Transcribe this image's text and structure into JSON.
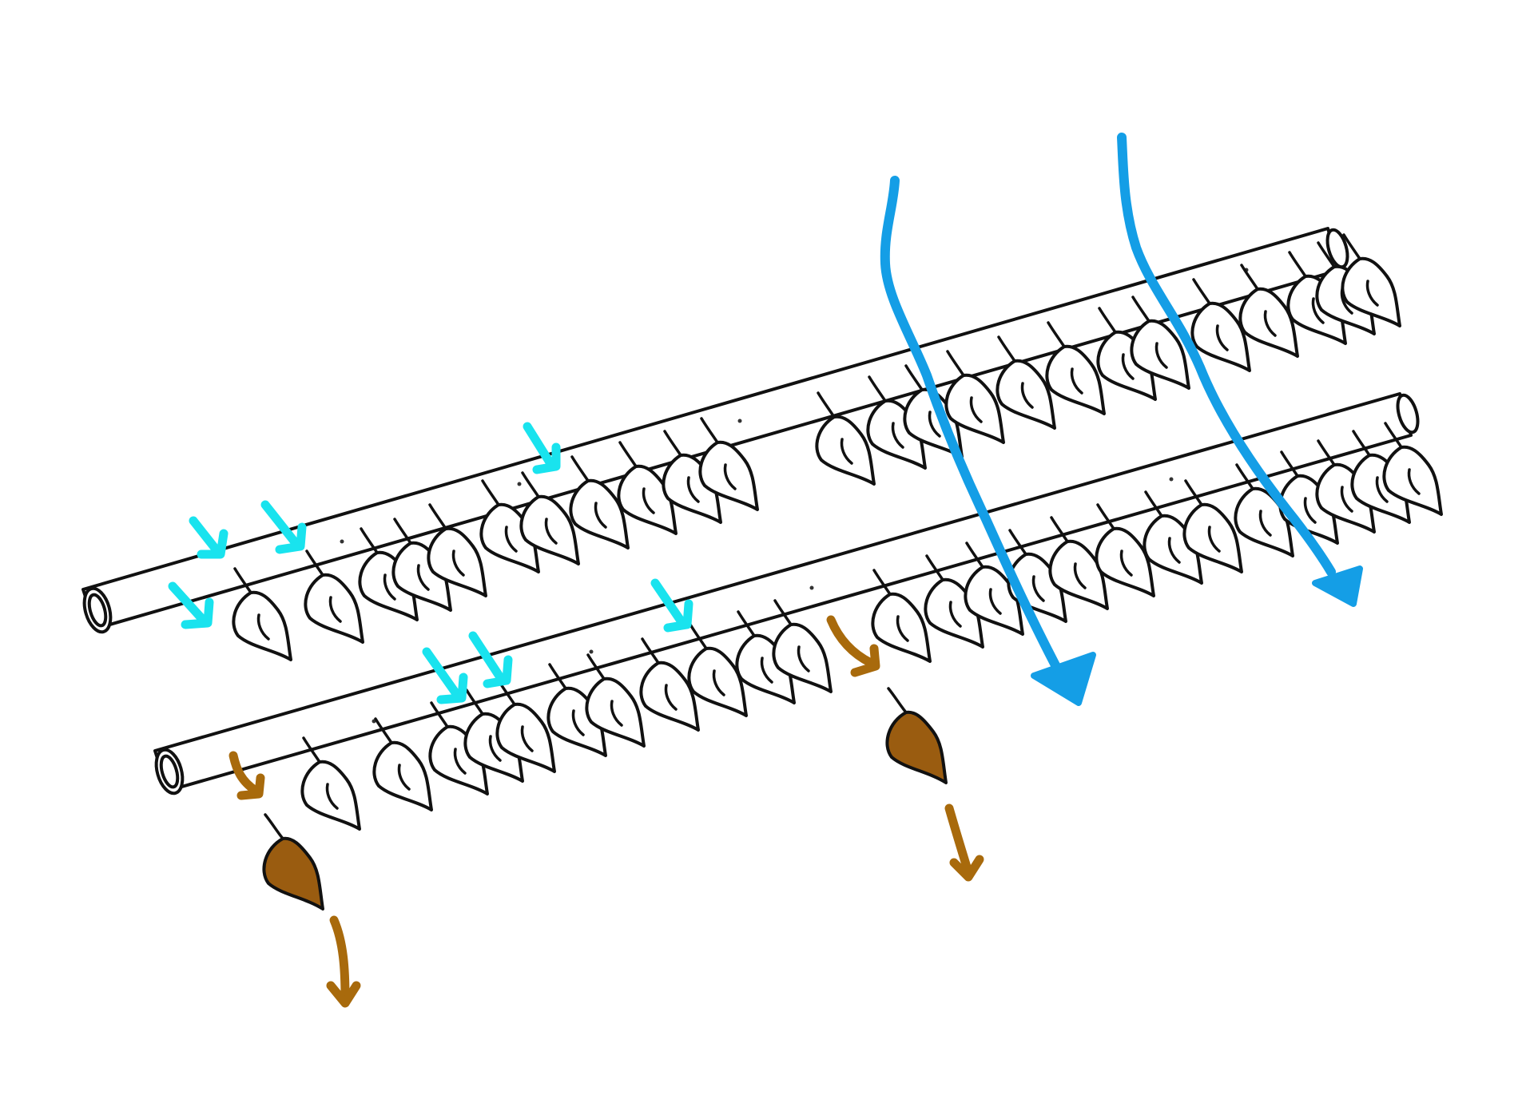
{
  "colors": {
    "background": "#ffffff",
    "outline": "#111111",
    "small_arrow": "#19e3ee",
    "flow_arrow": "#149ee6",
    "fallen_leaf": "#9a5c10",
    "fall_arrow": "#a86a0c"
  },
  "diagram": {
    "elements": [
      {
        "name": "top-branch",
        "count": 1
      },
      {
        "name": "bottom-branch",
        "count": 1
      },
      {
        "name": "leaf-icon",
        "count": 52
      },
      {
        "name": "cyan-arrow-icon",
        "count": 7
      },
      {
        "name": "blue-flow-arrow-icon",
        "count": 2
      },
      {
        "name": "fallen-leaf-icon",
        "count": 2
      },
      {
        "name": "brown-fall-arrow-icon",
        "count": 4
      }
    ]
  }
}
